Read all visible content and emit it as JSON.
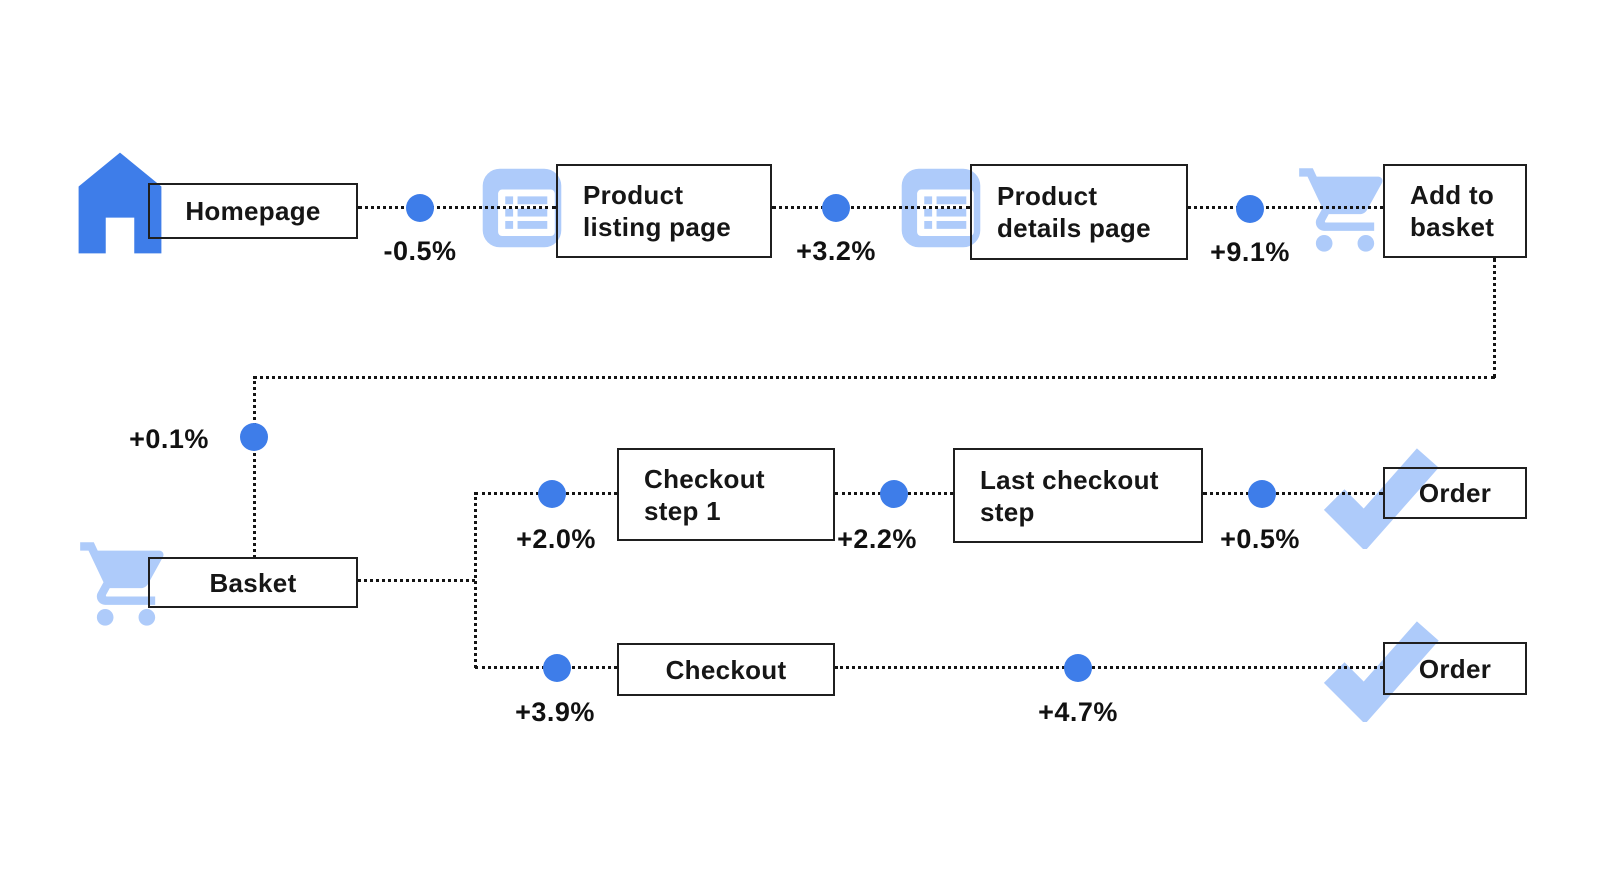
{
  "diagram": {
    "colors": {
      "accent_blue": "#3E7DE9",
      "light_blue": "#AECBFA",
      "line_black": "#141414",
      "background": "#FFFFFF"
    },
    "nodes": {
      "homepage": {
        "icon": "home-icon",
        "lines": [
          "Homepage"
        ]
      },
      "product_listing": {
        "icon": "list-icon",
        "lines": [
          "Product",
          "listing page"
        ]
      },
      "product_details": {
        "icon": "list-icon",
        "lines": [
          "Product",
          "details page"
        ]
      },
      "add_to_basket": {
        "icon": "cart-icon",
        "lines": [
          "Add to",
          "basket"
        ]
      },
      "basket": {
        "icon": "cart-icon",
        "lines": [
          "Basket"
        ]
      },
      "checkout_step_1": {
        "lines": [
          "Checkout",
          "step 1"
        ]
      },
      "last_checkout_step": {
        "lines": [
          "Last checkout",
          "step"
        ]
      },
      "order_top": {
        "icon": "check-icon",
        "lines": [
          "Order"
        ]
      },
      "checkout": {
        "lines": [
          "Checkout"
        ]
      },
      "order_bottom": {
        "icon": "check-icon",
        "lines": [
          "Order"
        ]
      }
    },
    "deltas": {
      "homepage_to_listing": "-0.5%",
      "listing_to_details": "+3.2%",
      "details_to_add_to_basket": "+9.1%",
      "add_to_basket_to_basket": "+0.1%",
      "basket_to_checkout_step_1": "+2.0%",
      "checkout_step_1_to_last": "+2.2%",
      "last_to_order": "+0.5%",
      "basket_to_checkout": "+3.9%",
      "checkout_to_order": "+4.7%"
    }
  }
}
